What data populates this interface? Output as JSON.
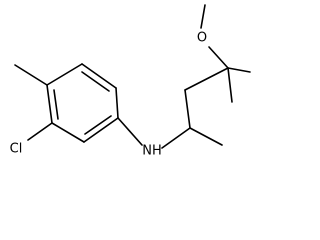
{
  "structure": {
    "atoms": {
      "methoxy_oxygen": "O",
      "chlorine": "Cl",
      "amine": "NH"
    },
    "colors": {
      "bond": "#000000",
      "label": "#000000",
      "background": "#ffffff"
    }
  }
}
